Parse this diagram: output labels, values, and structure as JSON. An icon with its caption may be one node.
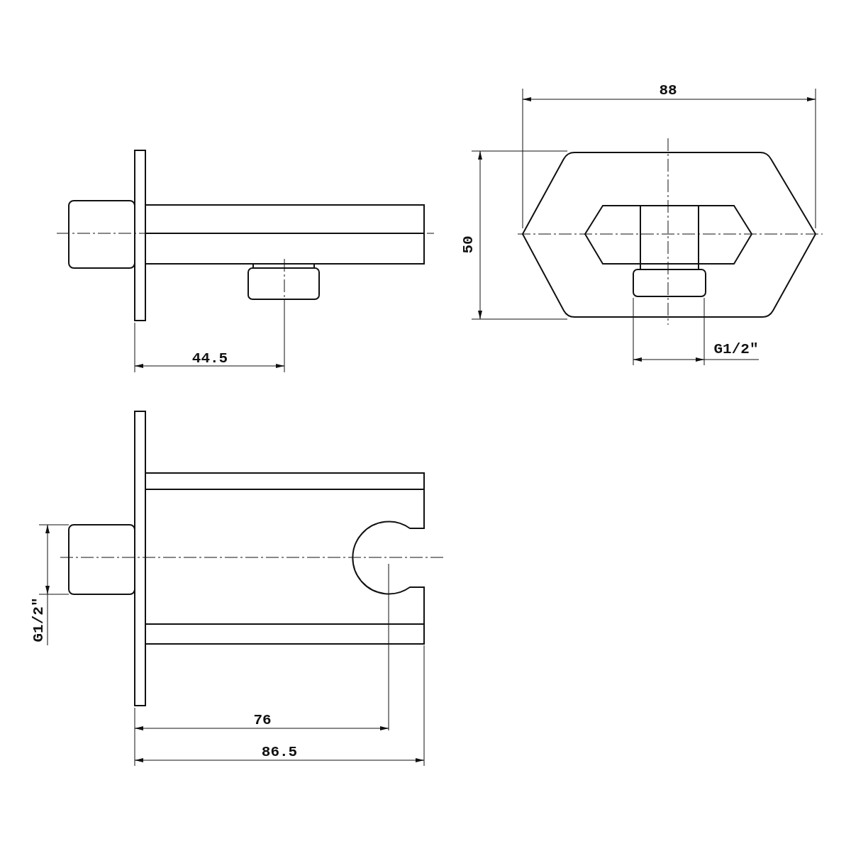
{
  "diagram": {
    "labels": [
      "88",
      "50",
      "G1/2\"",
      "44.5",
      "G1/2\"",
      "76",
      "86.5"
    ]
  }
}
